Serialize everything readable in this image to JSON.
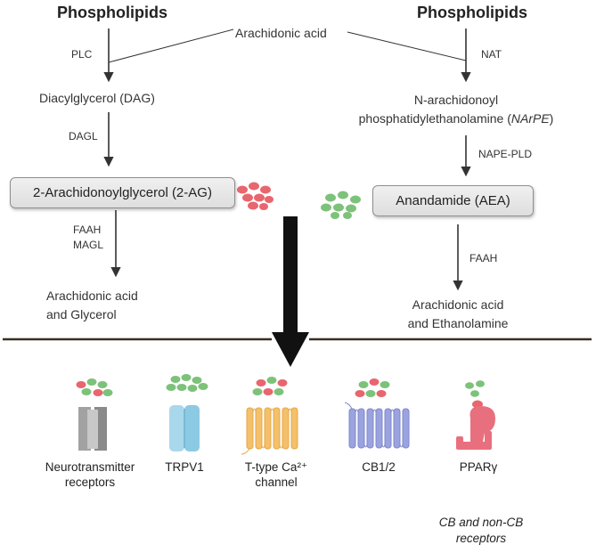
{
  "left": {
    "title": "Phospholipids",
    "enzyme1": "PLC",
    "intermediate": "Diacylglycerol (DAG)",
    "enzyme2": "DAGL",
    "product_box": "2-Arachidonoylglycerol (2-AG)",
    "enzyme3a": "FAAH",
    "enzyme3b": "MAGL",
    "end_line1": "Arachidonic acid",
    "end_line2": "and Glycerol"
  },
  "center": {
    "shared_source": "Arachidonic acid"
  },
  "right": {
    "title": "Phospholipids",
    "enzyme1": "NAT",
    "intermediate_line1": "N-arachidonoyl",
    "intermediate_line2a": "phosphatidylethanolamine (",
    "intermediate_line2b": "NArPE",
    "intermediate_line2c": ")",
    "enzyme2": "NAPE-PLD",
    "product_box": "Anandamide (AEA)",
    "enzyme3": "FAAH",
    "end_line1": "Arachidonic acid",
    "end_line2": "and Ethanolamine"
  },
  "receptors": [
    {
      "line1": "Neurotransmitter",
      "line2": "receptors",
      "icon": "neurotransmitter-receptor-icon"
    },
    {
      "line1": "TRPV1",
      "line2": "",
      "icon": "trpv1-channel-icon"
    },
    {
      "line1": "T-type Ca²⁺",
      "line2": "channel",
      "icon": "t-type-calcium-channel-icon"
    },
    {
      "line1": "CB1/2",
      "line2": "",
      "icon": "cb-receptor-icon"
    },
    {
      "line1": "PPARγ",
      "line2": "",
      "icon": "ppar-gamma-icon"
    }
  ],
  "footer": {
    "line1": "CB and non-CB",
    "line2": "receptors"
  },
  "colors": {
    "two_ag_dots": "#e8666e",
    "aea_dots": "#7dc27a",
    "neurotransmitter": "#9a9a9a",
    "trpv1": "#a9d8ec",
    "t_type": "#f4c06a",
    "cb": "#9aa3df",
    "ppar": "#e8707e",
    "divider": "#3a2f20",
    "arrow": "#111111"
  }
}
